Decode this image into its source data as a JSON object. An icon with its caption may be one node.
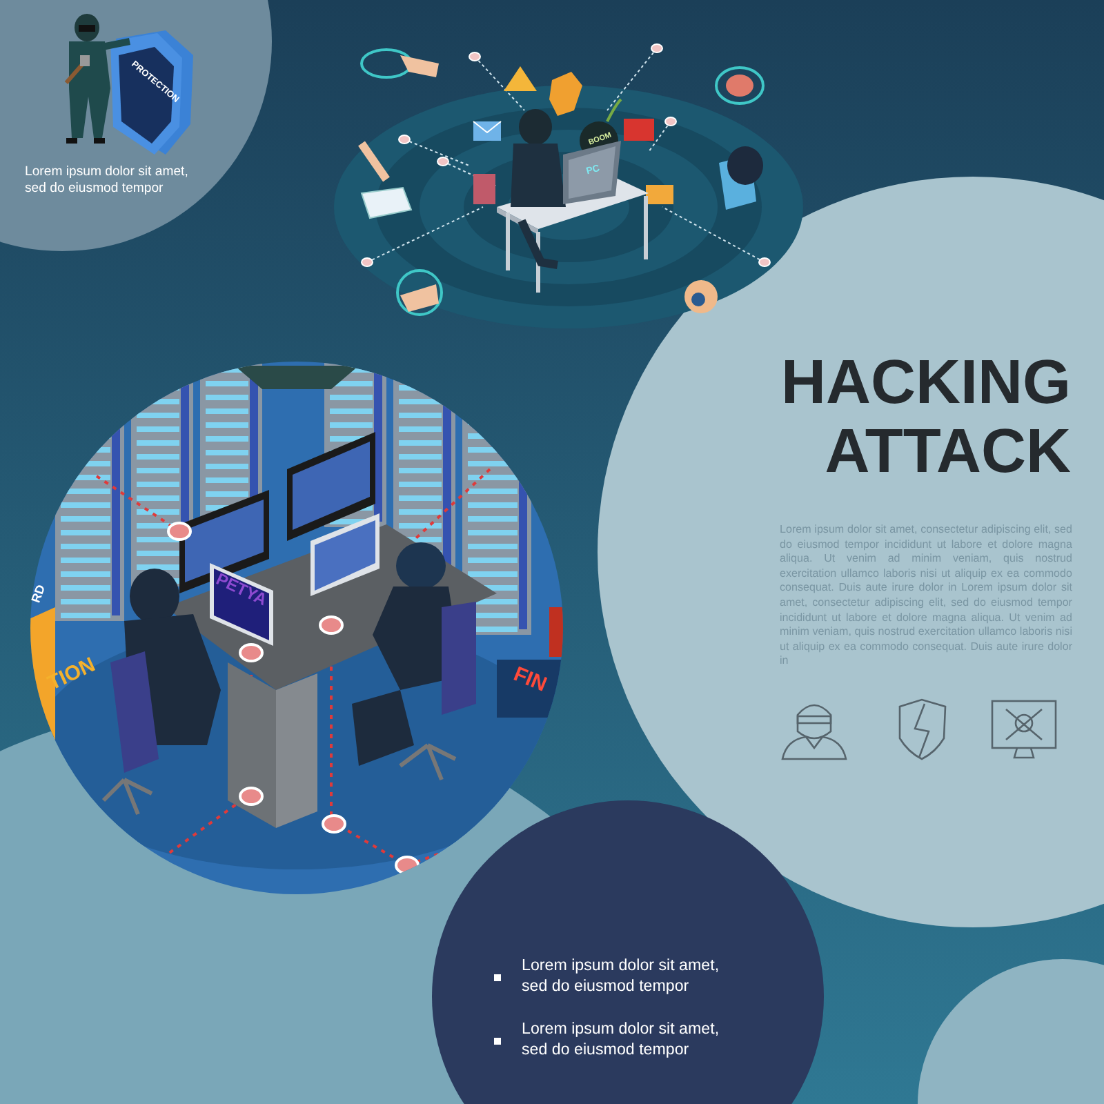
{
  "diagram": {
    "title": "HACKING ATTACK",
    "labels": [
      "Lorem ipsum dolor sit amet, sed do eiusmod tempor",
      "PROTECTION",
      "BOOM",
      "PC",
      "RD",
      "PETYA",
      "TION",
      "FIN",
      "Lorem ipsum dolor sit amet, consectetur adipiscing elit, sed do eiusmod tempor incididunt ut labore et dolore magna aliqua. Ut venim ad minim veniam, quis nostrud exercitation ullamco laboris nisi ut aliquip ex ea commodo consequat. Duis aute irure dolor in Lorem ipsum dolor sit amet, consectetur adipiscing elit, sed do eiusmod tempor incididunt ut labore et dolore magna aliqua. Ut venim ad minim veniam, quis nostrud exercitation ullamco laboris nisi ut aliquip ex ea commodo consequat. Duis aute irure dolor in",
      "Lorem ipsum dolor sit amet, sed do eiusmod tempor",
      "Lorem ipsum dolor sit amet, sed do eiusmod tempor"
    ]
  }
}
